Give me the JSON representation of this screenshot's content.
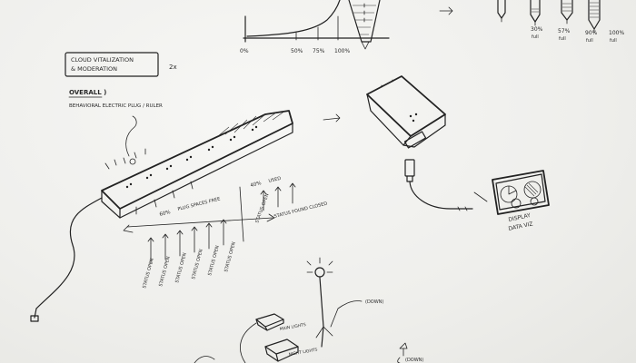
{
  "title_box": {
    "line1": "CLOUD VITALIZATION",
    "line2": "& MODERATION",
    "scale": "2x"
  },
  "section_heading": "OVERALL )",
  "subtitle": "BEHAVIORAL ELECTRIC PLUG / RULER",
  "top_curve_ticks": [
    "0%",
    "50%",
    "75%",
    "100%"
  ],
  "fill_levels": [
    {
      "value": "30%",
      "label": "full"
    },
    {
      "value": "57%",
      "label": "full"
    },
    {
      "value": "90%",
      "label": "full"
    },
    {
      "value": "100%",
      "label": "full"
    }
  ],
  "ruler_notes": {
    "left_pct": "60%",
    "left_text": "PLUG SPACES FREE",
    "right_pct": "40%",
    "right_text": "USED",
    "status_open": "STATUS OPEN",
    "status_closed": "STATUS FOUND CLOSED"
  },
  "bottom_labels": [
    "STATUS OPEN",
    "STATUS OPEN",
    "STATUS OPEN",
    "STATUS OPEN",
    "STATUS OPEN",
    "STATUS OPEN"
  ],
  "display_label_line1": "DISPLAY",
  "display_label_line2": "DATA VIZ",
  "lamp_labels": {
    "upper": "MAIN LIGHTS",
    "lower": "NIGHT LIGHTS",
    "down1": "(DOWN)",
    "down2": "(DOWN)"
  }
}
